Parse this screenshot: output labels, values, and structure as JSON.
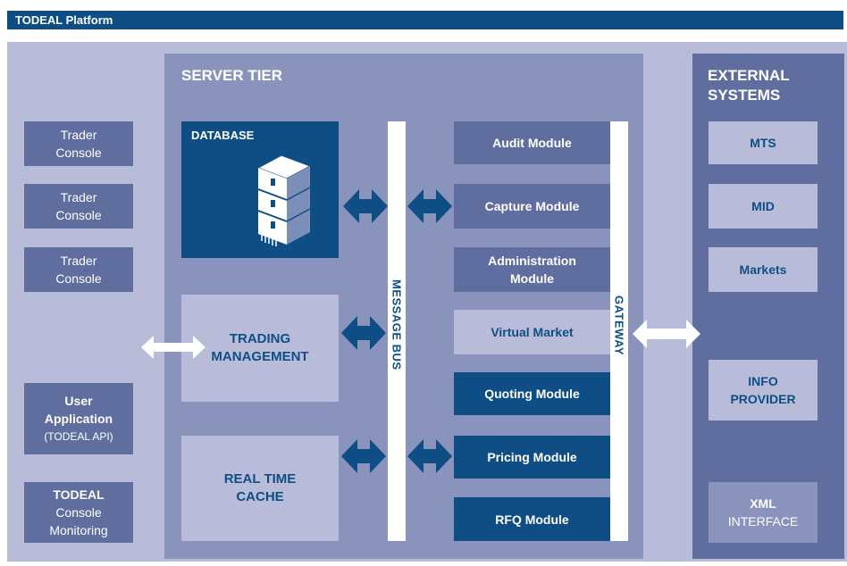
{
  "title": "TODEAL Platform",
  "server_tier": {
    "title": "SERVER TIER"
  },
  "external_systems": {
    "title_line1": "EXTERNAL",
    "title_line2": "SYSTEMS"
  },
  "clients": {
    "trader_consoles": [
      {
        "line1": "Trader",
        "line2": "Console"
      },
      {
        "line1": "Trader",
        "line2": "Console"
      },
      {
        "line1": "Trader",
        "line2": "Console"
      }
    ],
    "user_application": {
      "line1": "User",
      "line2": "Application",
      "line3": "(TODEAL API)"
    },
    "console_monitoring": {
      "line1": "TODEAL",
      "line2": "Console",
      "line3": "Monitoring"
    }
  },
  "database": {
    "label": "DATABASE"
  },
  "trading_management": {
    "line1": "TRADING",
    "line2": "MANAGEMENT"
  },
  "real_time_cache": {
    "line1": "REAL TIME",
    "line2": "CACHE"
  },
  "message_bus": {
    "label": "MESSAGE BUS"
  },
  "gateway": {
    "label": "GATEWAY"
  },
  "modules": {
    "audit": "Audit Module",
    "capture": "Capture Module",
    "administration_line1": "Administration",
    "administration_line2": "Module",
    "virtual_market": "Virtual Market",
    "quoting": "Quoting Module",
    "pricing": "Pricing Module",
    "rfq": "RFQ Module"
  },
  "external": {
    "mts": "MTS",
    "mid": "MID",
    "markets": "Markets",
    "info_provider_line1": "INFO",
    "info_provider_line2": "PROVIDER",
    "xml_line1": "XML",
    "xml_line2": "INTERFACE"
  },
  "colors": {
    "dark_blue": "#0f4e84",
    "mid_blue": "#5f6e9e",
    "light_lavender": "#b8bcd8",
    "server_bg": "#8a93bb"
  },
  "icons": [
    "server-rack-icon",
    "double-arrow-icon"
  ]
}
